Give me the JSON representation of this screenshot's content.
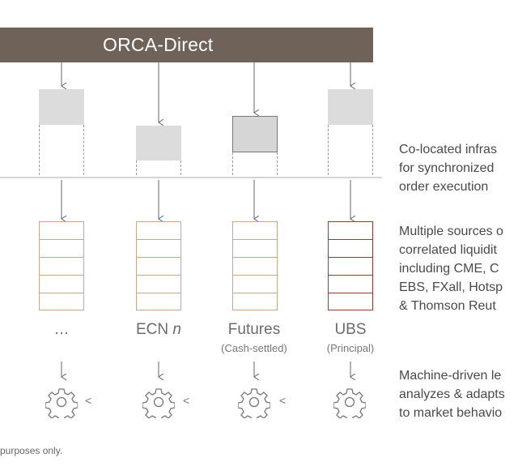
{
  "header": {
    "title": "ORCA-Direct"
  },
  "venues": [
    {
      "name": "…",
      "name_suffix": "",
      "sub": ""
    },
    {
      "name": "ECN ",
      "name_suffix": "n",
      "sub": ""
    },
    {
      "name": "Futures",
      "name_suffix": "",
      "sub": "(Cash-settled)"
    },
    {
      "name": "UBS",
      "name_suffix": "",
      "sub": "(Principal)"
    }
  ],
  "descriptions": [
    [
      "Co-located infras",
      "for synchronized",
      "order execution"
    ],
    [
      "Multiple sources o",
      "correlated liquidit",
      "including CME, C",
      "EBS, FXall, Hotsp",
      "& Thomson Reut"
    ],
    [
      "Machine-driven le",
      "analyzes & adapts",
      "to market behavio"
    ]
  ],
  "chevron": "<",
  "footnote": "purposes only.",
  "colors": {
    "header_bg": "#6e6259",
    "stack_border": "#c7a889",
    "principal_border": "#9a3a34"
  },
  "icons": {
    "arrow": "arrow-down-icon",
    "gear": "gear-icon"
  }
}
